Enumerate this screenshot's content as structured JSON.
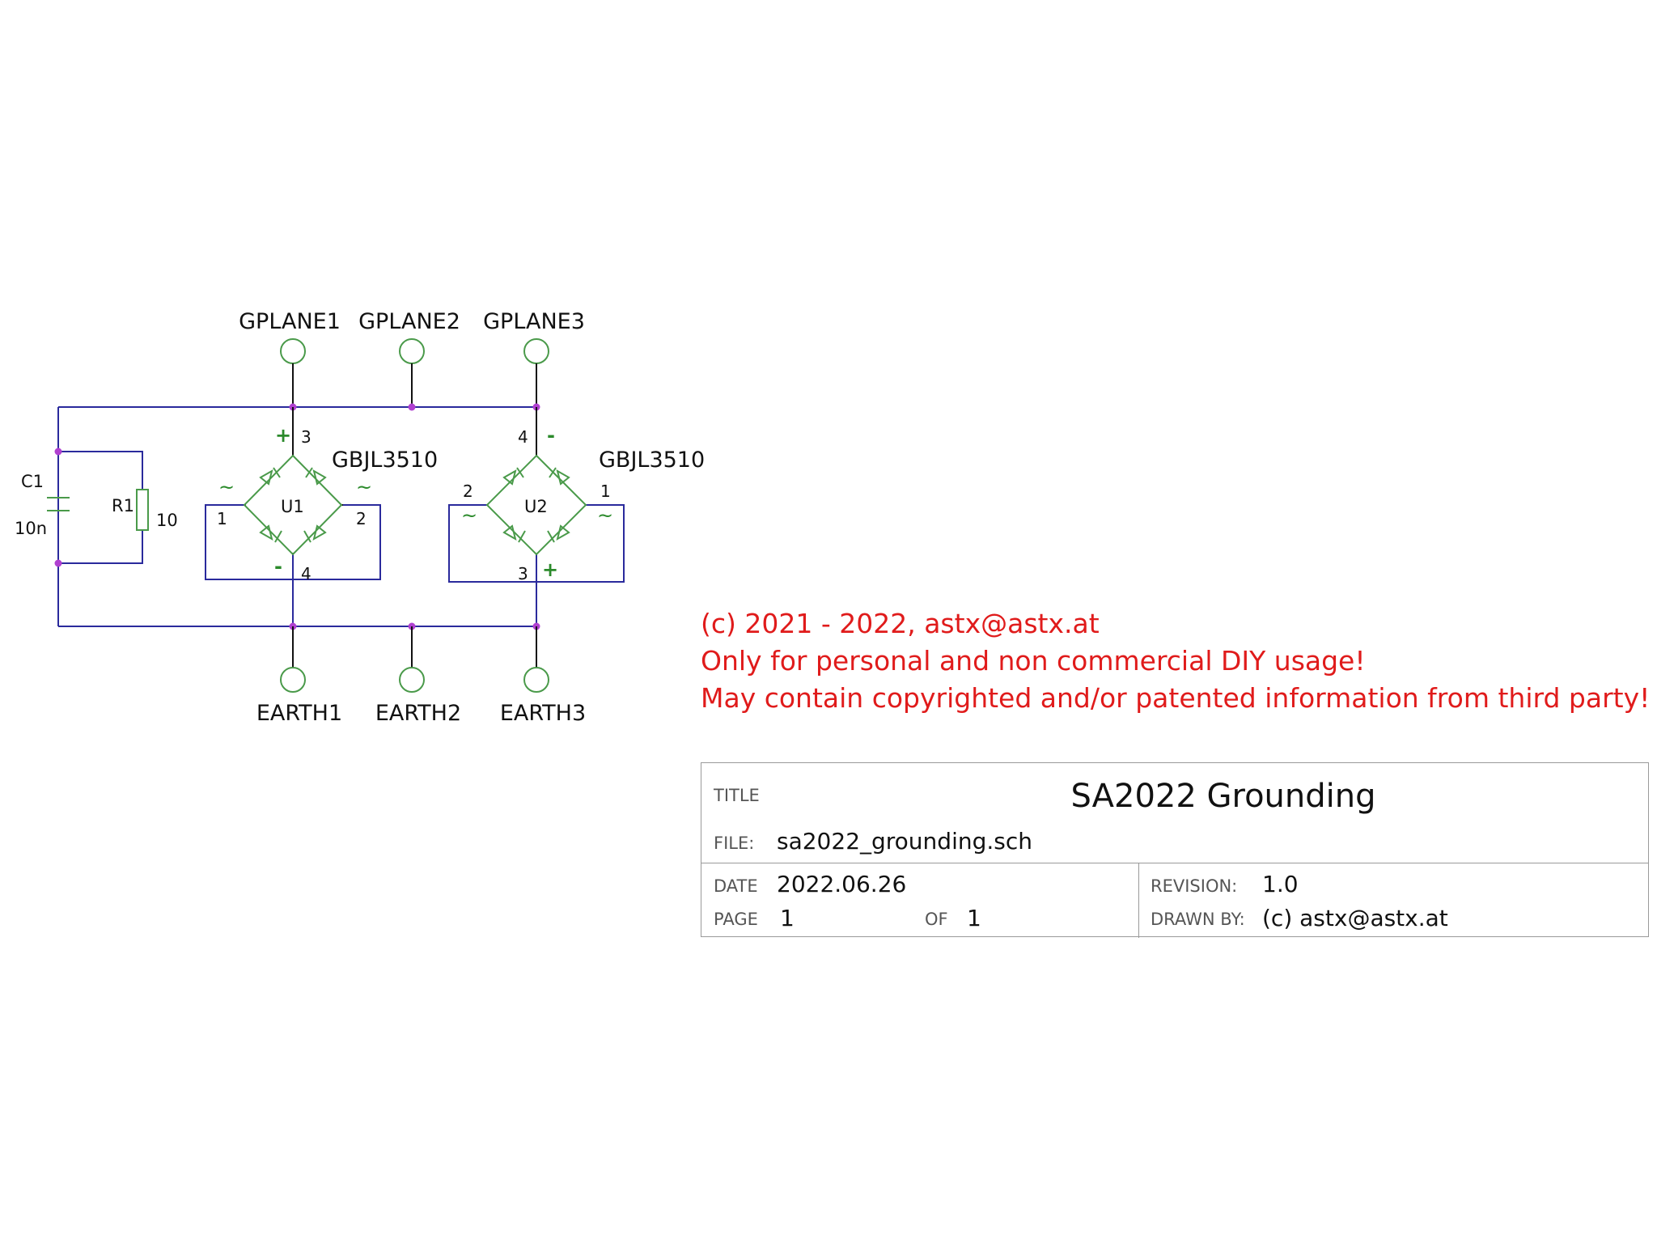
{
  "colors": {
    "wire": "#2a2a9c",
    "component": "#4a9a4a",
    "junction": "#b040d0",
    "pin": "#111111",
    "notice": "#e01b1b",
    "polarity": "#2b8a2b"
  },
  "connectors": {
    "top": [
      {
        "label": "GPLANE1"
      },
      {
        "label": "GPLANE2"
      },
      {
        "label": "GPLANE3"
      }
    ],
    "bottom": [
      {
        "label": "EARTH1"
      },
      {
        "label": "EARTH2"
      },
      {
        "label": "EARTH3"
      }
    ]
  },
  "components": {
    "c1": {
      "ref": "C1",
      "value": "10n"
    },
    "r1": {
      "ref": "R1",
      "value": "10"
    },
    "u1": {
      "ref": "U1",
      "value": "GBJL3510",
      "pins": {
        "top": "3",
        "bottom": "4",
        "left": "1",
        "right": "2"
      },
      "marks": {
        "top": "+",
        "bottom": "-",
        "left": "~",
        "right": "~"
      }
    },
    "u2": {
      "ref": "U2",
      "value": "GBJL3510",
      "pins": {
        "top": "4",
        "bottom": "3",
        "left": "2",
        "right": "1"
      },
      "marks": {
        "top": "-",
        "bottom": "+",
        "left": "~",
        "right": "~"
      }
    }
  },
  "notice": {
    "line1": "(c) 2021 - 2022, astx@astx.at",
    "line2": "Only for personal and non commercial DIY usage!",
    "line3": "May contain copyrighted and/or patented information from third party!"
  },
  "titleblock": {
    "title_label": "TITLE",
    "title": "SA2022 Grounding",
    "file_label": "FILE:",
    "file": "sa2022_grounding.sch",
    "date_label": "DATE",
    "date": "2022.06.26",
    "revision_label": "REVISION:",
    "revision": "1.0",
    "page_label": "PAGE",
    "page": "1",
    "of_label": "OF",
    "of": "1",
    "drawn_by_label": "DRAWN BY:",
    "drawn_by": "(c) astx@astx.at"
  }
}
